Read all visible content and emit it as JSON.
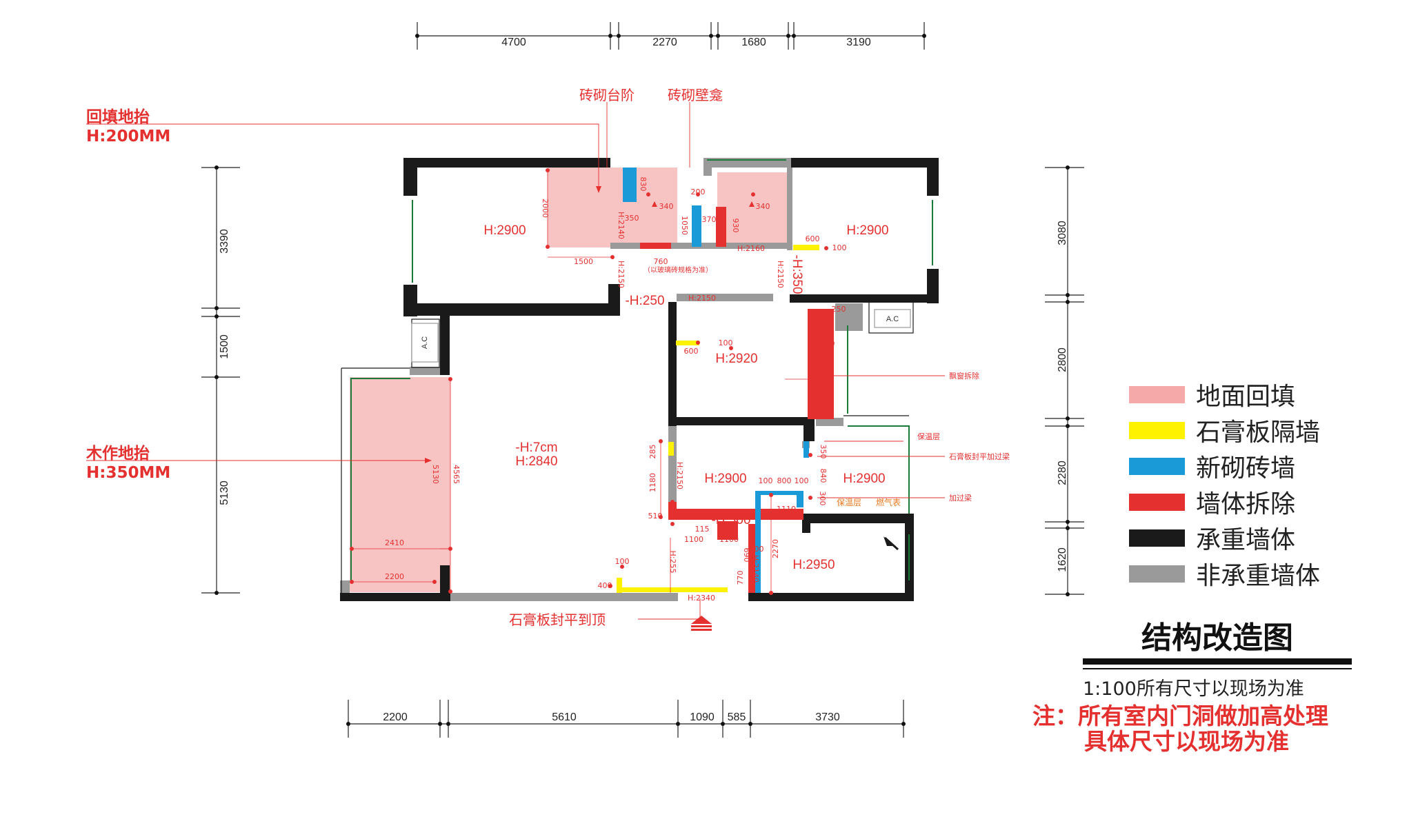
{
  "top_dimensions": [
    "4700",
    "2270",
    "1680",
    "3190"
  ],
  "bottom_dimensions": [
    "2200",
    "5610",
    "1090",
    "585",
    "3730"
  ],
  "left_dimensions": [
    "3390",
    "1500",
    "5130"
  ],
  "right_dimensions": [
    "3080",
    "2800",
    "2280",
    "1620"
  ],
  "callouts": {
    "backfill_title": "回填地抬",
    "backfill_height": "H:200MM",
    "wood_title": "木作地抬",
    "wood_height": "H:350MM",
    "brick_step": "砖砌台阶",
    "brick_niche": "砖砌壁龛",
    "gypsum_ceiling": "石膏板封平到顶",
    "bay_window_demolish": "飘窗拆除",
    "insulation": "保温层",
    "gypsum_beam": "石膏板封平加过梁",
    "add_beam": "加过梁",
    "gas_meter": "燃气表",
    "tile_note": "（以玻璃砖规格为准）"
  },
  "room_labels": {
    "bedroom_nw": "H:2900",
    "bedroom_ne": "H:2900",
    "living": "-H:7cm",
    "living_h": "H:2840",
    "room_mid": "H:2920",
    "room_c": "H:2900",
    "room_e": "H:2900",
    "room_se": "H:2950",
    "h300": "-H:300",
    "h250": "-H:250",
    "h350": "-H:350"
  },
  "small_dims": {
    "d2000": "2000",
    "d1500": "1500",
    "d830": "830",
    "d350": "350",
    "d340a": "340",
    "d340b": "340",
    "d200": "200",
    "d370": "370",
    "d1050": "1050",
    "d930": "930",
    "d760": "760",
    "d600a": "600",
    "d100a": "100",
    "dH2140": "H:2140",
    "dH2150a": "H:2150",
    "dH2160": "H:2160",
    "dH2150b": "H:2150",
    "dH2150c": "H:2150",
    "d250": "250",
    "d200b": "200",
    "d700": "700",
    "d100b": "100",
    "d600b": "600",
    "d5130": "5130",
    "d4565": "4565",
    "d2410": "2410",
    "d2200": "2200",
    "d285": "285",
    "d1180": "1180",
    "dH2150d": "H:2150",
    "d510": "510",
    "d1100a": "1100",
    "d1100b": "1100",
    "d115": "115",
    "d690": "690",
    "d2270": "2270",
    "d770": "770",
    "dH2140b": "H:2140",
    "dH255": "H:255",
    "d100c": "100",
    "d400": "400",
    "dH2340": "H:2340",
    "d100d": "100",
    "d800": "800",
    "d100e": "100",
    "d840": "840",
    "d350b": "350",
    "d300": "300",
    "d1110": "1110",
    "d100f": "100"
  },
  "ac_label": "A.C",
  "legend": [
    {
      "label": "地面回填",
      "color": "#f6a9a9"
    },
    {
      "label": "石膏板隔墙",
      "color": "#fff200"
    },
    {
      "label": "新砌砖墙",
      "color": "#1a9ad6"
    },
    {
      "label": "墙体拆除",
      "color": "#e53030"
    },
    {
      "label": "承重墙体",
      "color": "#1a1a1a"
    },
    {
      "label": "非承重墙体",
      "color": "#9a9a9a"
    }
  ],
  "title": "结构改造图",
  "scale_note": "1:100所有尺寸以现场为准",
  "note_line1": "注：所有室内门洞做加高处理",
  "note_line2": "具体尺寸以现场为准",
  "colors": {
    "load_bearing": "#1a1a1a",
    "non_load_bearing": "#9a9a9a",
    "demolish": "#e53030",
    "new_brick": "#1a9ad6",
    "gypsum": "#fff200",
    "backfill": "#f6a9a9",
    "window": "#1a7a3a"
  }
}
